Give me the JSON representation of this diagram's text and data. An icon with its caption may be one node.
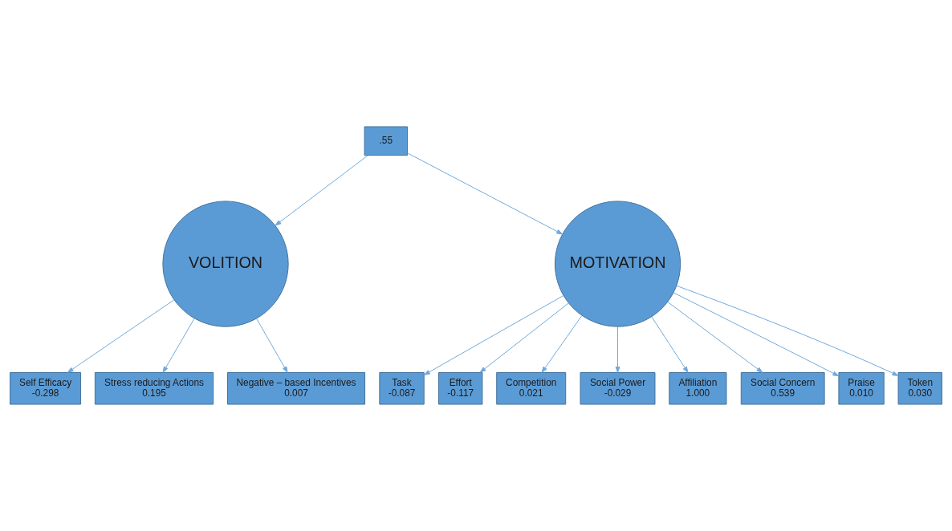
{
  "diagram": {
    "nodes": [
      {
        "text": [
          ".55"
        ]
      },
      {
        "text": [
          "VOLITION"
        ]
      },
      {
        "text": [
          "MOTIVATION"
        ]
      },
      {
        "text": [
          "Self Efficacy",
          "-0.298"
        ]
      },
      {
        "text": [
          "Stress reducing Actions",
          "0.195"
        ]
      },
      {
        "text": [
          "Negative – based Incentives",
          "0.007"
        ]
      },
      {
        "text": [
          "Task",
          "-0.087"
        ]
      },
      {
        "text": [
          "Effort",
          "-0.117"
        ]
      },
      {
        "text": [
          "Competition",
          "0.021"
        ]
      },
      {
        "text": [
          "Social Power",
          "-0.029"
        ]
      },
      {
        "text": [
          "Affiliation",
          "1.000"
        ]
      },
      {
        "text": [
          "Social Concern",
          "0.539"
        ]
      },
      {
        "text": [
          "Praise",
          "0.010"
        ]
      },
      {
        "text": [
          "Token",
          "0.030"
        ]
      }
    ],
    "edges": [
      {
        "from": 0,
        "to": 1,
        "arrow": "to"
      },
      {
        "from": 0,
        "to": 2,
        "arrow": "to"
      },
      {
        "from": 1,
        "to": 3,
        "arrow": "to"
      },
      {
        "from": 1,
        "to": 4,
        "arrow": "to"
      },
      {
        "from": 1,
        "to": 5,
        "arrow": "to"
      },
      {
        "from": 2,
        "to": 6,
        "arrow": "to"
      },
      {
        "from": 2,
        "to": 7,
        "arrow": "to"
      },
      {
        "from": 2,
        "to": 8,
        "arrow": "to"
      },
      {
        "from": 2,
        "to": 9,
        "arrow": "to"
      },
      {
        "from": 2,
        "to": 10,
        "arrow": "to"
      },
      {
        "from": 2,
        "to": 11,
        "arrow": "to"
      },
      {
        "from": 2,
        "to": 12,
        "arrow": "to"
      },
      {
        "from": 2,
        "to": 13,
        "arrow": "to"
      }
    ]
  }
}
